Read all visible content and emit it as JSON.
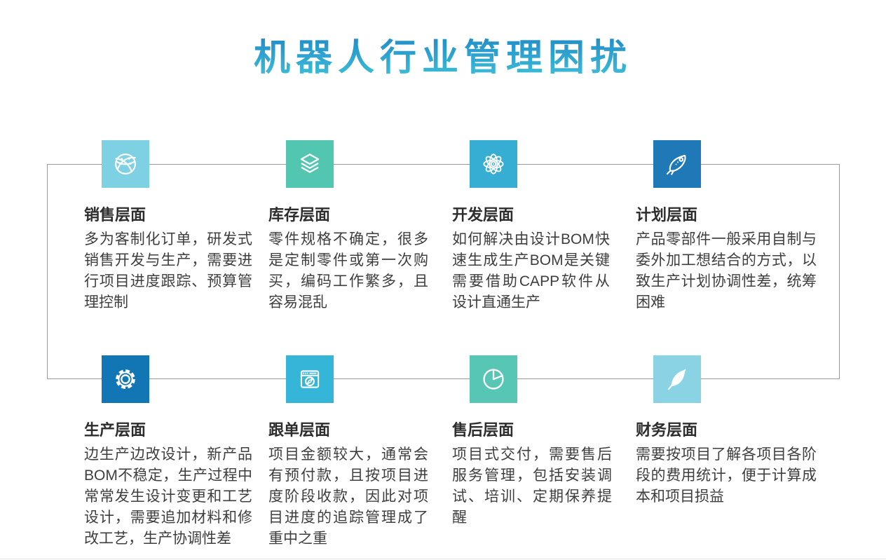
{
  "title": {
    "text": "机器人行业管理困扰"
  },
  "theme": {
    "title_gradient_top": "#1b82c4",
    "title_gradient_bottom": "#40c2da",
    "connector_color": "#9b9b9b"
  },
  "items": [
    {
      "id": "sales",
      "title": "销售层面",
      "icon": "globe-network-icon",
      "color": "#7ed1e2",
      "description": "多为客制化订单，研发式销售开发与生产，需要进行项目进度跟踪、预算管理控制"
    },
    {
      "id": "inventory",
      "title": "库存层面",
      "icon": "layers-icon",
      "color": "#53c6b2",
      "description": "零件规格不确定，很多是定制零件或第一次购买，编码工作繁多，且容易混乱"
    },
    {
      "id": "development",
      "title": "开发层面",
      "icon": "atom-icon",
      "color": "#36aed3",
      "description": "如何解决由设计BOM快速生成生产BOM是关键需要借助CAPP软件从设计直通生产"
    },
    {
      "id": "planning",
      "title": "计划层面",
      "icon": "rocket-icon",
      "color": "#1e79b6",
      "description": "产品零部件一般采用自制与委外加工想结合的方式，以致生产计划协调性差，统筹困难"
    },
    {
      "id": "production",
      "title": "生产层面",
      "icon": "gear-icon",
      "color": "#1276b5",
      "description": "边生产边改设计，新产品BOM不稳定，生产过程中常常发生设计变更和工艺设计，需要追加材料和修改工艺，生产协调性差"
    },
    {
      "id": "order-tracking",
      "title": "跟单层面",
      "icon": "browser-compass-icon",
      "color": "#35b6d9",
      "description": "项目金额较大，通常会有预付款，且按项目进度阶段收款，因此对项目进度的追踪管理成了重中之重"
    },
    {
      "id": "after-sales",
      "title": "售后层面",
      "icon": "pie-chart-icon",
      "color": "#57c6b4",
      "description": "项目式交付，需要售后服务管理，包括安装调试、培训、定期保养提醒"
    },
    {
      "id": "finance",
      "title": "财务层面",
      "icon": "feather-icon",
      "color": "#89d3e4",
      "description": "需要按项目了解各项目各阶段的费用统计，便于计算成本和项目损益"
    }
  ]
}
